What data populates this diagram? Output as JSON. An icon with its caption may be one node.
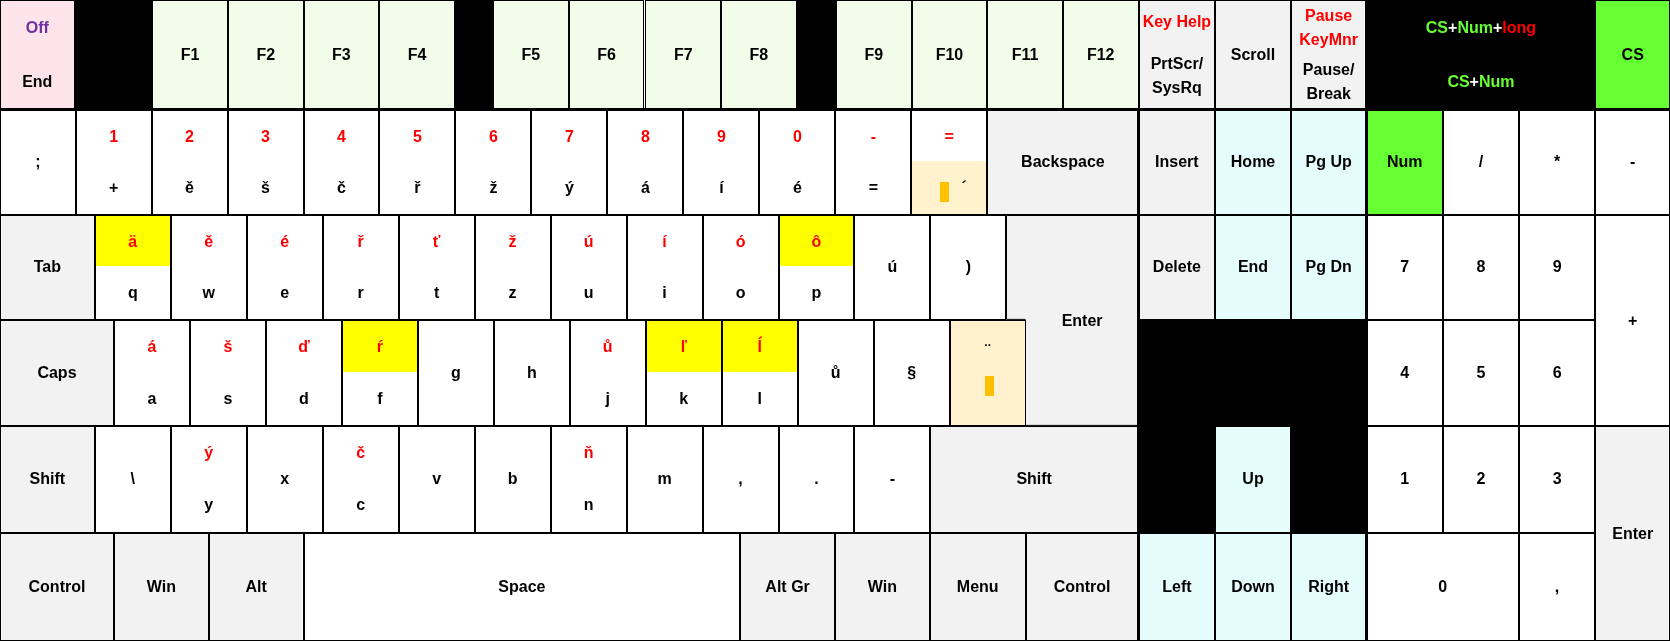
{
  "diagram": {
    "nodes": [
      {
        "text": [
          "Off",
          "End"
        ]
      },
      {
        "text": [],
        "shape": "box"
      },
      {
        "text": [
          "F1"
        ]
      },
      {
        "text": [
          "F2"
        ]
      },
      {
        "text": [
          "F3"
        ]
      },
      {
        "text": [
          "F4"
        ]
      },
      {
        "text": [],
        "shape": "box"
      },
      {
        "text": [
          "F5"
        ]
      },
      {
        "text": [
          "F6"
        ]
      },
      {
        "text": [
          "F7"
        ]
      },
      {
        "text": [
          "F8"
        ]
      },
      {
        "text": [],
        "shape": "box"
      },
      {
        "text": [
          "F9"
        ]
      },
      {
        "text": [
          "F10"
        ]
      },
      {
        "text": [
          "F11"
        ]
      },
      {
        "text": [
          "F12"
        ]
      },
      {
        "text": [
          "Key Help",
          "PrtScr/ SysRq"
        ]
      },
      {
        "text": [
          "Scroll"
        ]
      },
      {
        "text": [
          "Pause KeyMnr",
          "Pause/ Break"
        ]
      },
      {
        "text": [
          "CS+Num+long",
          "CS+Num"
        ]
      },
      {
        "text": [
          "CS"
        ]
      },
      {
        "text": [
          ";"
        ]
      },
      {
        "text": [
          "1",
          "+"
        ]
      },
      {
        "text": [
          "2",
          "ě"
        ]
      },
      {
        "text": [
          "3",
          "š"
        ]
      },
      {
        "text": [
          "4",
          "č"
        ]
      },
      {
        "text": [
          "5",
          "ř"
        ]
      },
      {
        "text": [
          "6",
          "ž"
        ]
      },
      {
        "text": [
          "7",
          "ý"
        ]
      },
      {
        "text": [
          "8",
          "á"
        ]
      },
      {
        "text": [
          "9",
          "í"
        ]
      },
      {
        "text": [
          "0",
          "é"
        ]
      },
      {
        "text": [
          "-",
          "="
        ]
      },
      {
        "text": [
          "=",
          "´"
        ]
      },
      {
        "text": [
          "Backspace"
        ]
      },
      {
        "text": [
          "Insert"
        ]
      },
      {
        "text": [
          "Home"
        ]
      },
      {
        "text": [
          "Pg Up"
        ]
      },
      {
        "text": [
          "Num"
        ]
      },
      {
        "text": [
          "/"
        ]
      },
      {
        "text": [
          "*"
        ]
      },
      {
        "text": [
          "-"
        ]
      },
      {
        "text": [
          "Tab"
        ]
      },
      {
        "text": [
          "ä",
          "q"
        ]
      },
      {
        "text": [
          "ě",
          "w"
        ]
      },
      {
        "text": [
          "é",
          "e"
        ]
      },
      {
        "text": [
          "ř",
          "r"
        ]
      },
      {
        "text": [
          "ť",
          "t"
        ]
      },
      {
        "text": [
          "ž",
          "z"
        ]
      },
      {
        "text": [
          "ú",
          "u"
        ]
      },
      {
        "text": [
          "í",
          "i"
        ]
      },
      {
        "text": [
          "ó",
          "o"
        ]
      },
      {
        "text": [
          "ô",
          "p"
        ]
      },
      {
        "text": [
          "ú"
        ]
      },
      {
        "text": [
          ")"
        ]
      },
      {
        "text": [
          "Enter"
        ]
      },
      {
        "text": [
          "Delete"
        ]
      },
      {
        "text": [
          "End"
        ]
      },
      {
        "text": [
          "Pg Dn"
        ]
      },
      {
        "text": [
          "7"
        ]
      },
      {
        "text": [
          "8"
        ]
      },
      {
        "text": [
          "9"
        ]
      },
      {
        "text": [
          "+"
        ]
      },
      {
        "text": [
          "Caps"
        ]
      },
      {
        "text": [
          "á",
          "a"
        ]
      },
      {
        "text": [
          "š",
          "s"
        ]
      },
      {
        "text": [
          "ď",
          "d"
        ]
      },
      {
        "text": [
          "ŕ",
          "f"
        ]
      },
      {
        "text": [
          "g"
        ]
      },
      {
        "text": [
          "h"
        ]
      },
      {
        "text": [
          "ů",
          "j"
        ]
      },
      {
        "text": [
          "ľ",
          "k"
        ]
      },
      {
        "text": [
          "ĺ",
          "l"
        ]
      },
      {
        "text": [
          "ů"
        ]
      },
      {
        "text": [
          "§"
        ]
      },
      {
        "text": [
          "¨"
        ]
      },
      {
        "text": [],
        "shape": "box"
      },
      {
        "text": [
          "4"
        ]
      },
      {
        "text": [
          "5"
        ]
      },
      {
        "text": [
          "6"
        ]
      },
      {
        "text": [
          "Shift"
        ]
      },
      {
        "text": [
          "\\"
        ]
      },
      {
        "text": [
          "ý",
          "y"
        ]
      },
      {
        "text": [
          "x"
        ]
      },
      {
        "text": [
          "č",
          "c"
        ]
      },
      {
        "text": [
          "v"
        ]
      },
      {
        "text": [
          "b"
        ]
      },
      {
        "text": [
          "ň",
          "n"
        ]
      },
      {
        "text": [
          "m"
        ]
      },
      {
        "text": [
          ","
        ]
      },
      {
        "text": [
          "."
        ]
      },
      {
        "text": [
          "-"
        ]
      },
      {
        "text": [
          "Shift"
        ]
      },
      {
        "text": [],
        "shape": "box"
      },
      {
        "text": [
          "Up"
        ]
      },
      {
        "text": [],
        "shape": "box"
      },
      {
        "text": [
          "1"
        ]
      },
      {
        "text": [
          "2"
        ]
      },
      {
        "text": [
          "3"
        ]
      },
      {
        "text": [
          "Enter"
        ]
      },
      {
        "text": [
          "Control"
        ]
      },
      {
        "text": [
          "Win"
        ]
      },
      {
        "text": [
          "Alt"
        ]
      },
      {
        "text": [
          "Space"
        ]
      },
      {
        "text": [
          "Alt Gr"
        ]
      },
      {
        "text": [
          "Win"
        ]
      },
      {
        "text": [
          "Menu"
        ]
      },
      {
        "text": [
          "Control"
        ]
      },
      {
        "text": [
          "Left"
        ]
      },
      {
        "text": [
          "Down"
        ]
      },
      {
        "text": [
          "Right"
        ]
      },
      {
        "text": [
          "0"
        ]
      },
      {
        "text": [
          ","
        ]
      }
    ],
    "edges": []
  }
}
